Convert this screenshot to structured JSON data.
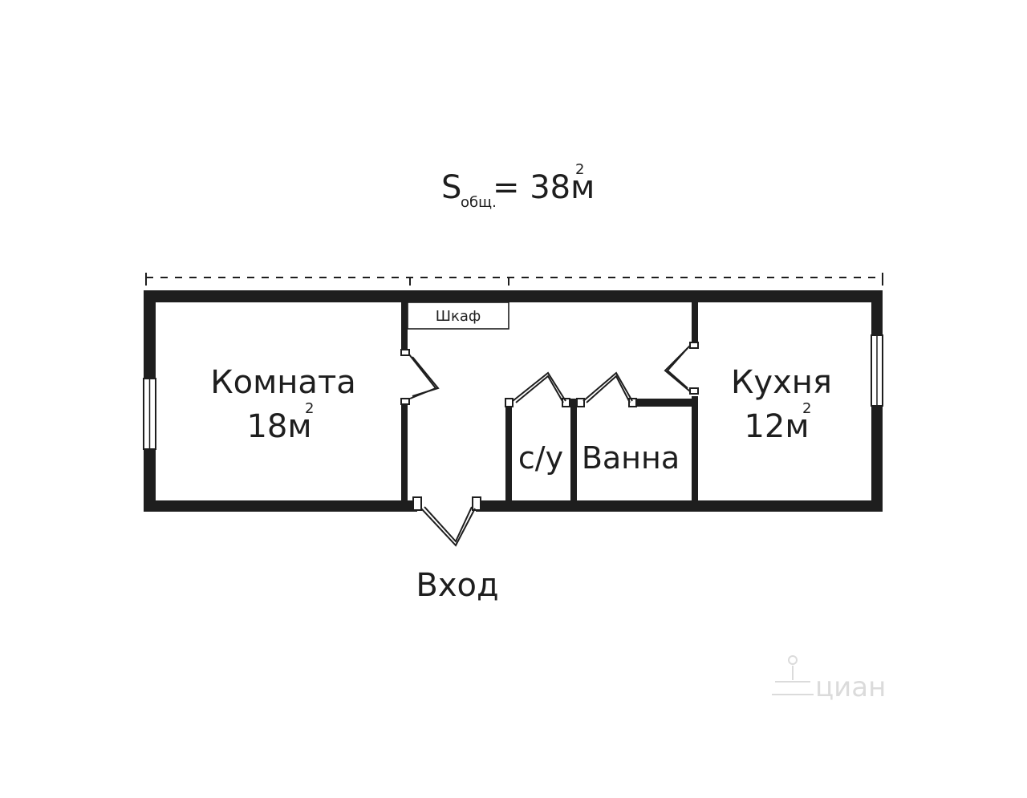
{
  "total_area": {
    "symbol": "S",
    "subscript": "общ.",
    "value": "= 38м",
    "exponent": "2"
  },
  "rooms": {
    "room": {
      "name": "Комната",
      "area": "18м",
      "exponent": "2"
    },
    "kitchen": {
      "name": "Кухня",
      "area": "12м",
      "exponent": "2"
    },
    "wc": {
      "name": "с/у"
    },
    "bath": {
      "name": "Ванна"
    },
    "closet": {
      "name": "Шкаф"
    }
  },
  "entrance": {
    "label": "Вход"
  },
  "watermark": {
    "text": "циан",
    "icon": "cian-logo-icon"
  },
  "colors": {
    "wall": "#1e1e1e",
    "background": "#ffffff",
    "watermark": "#d8d8d8"
  }
}
